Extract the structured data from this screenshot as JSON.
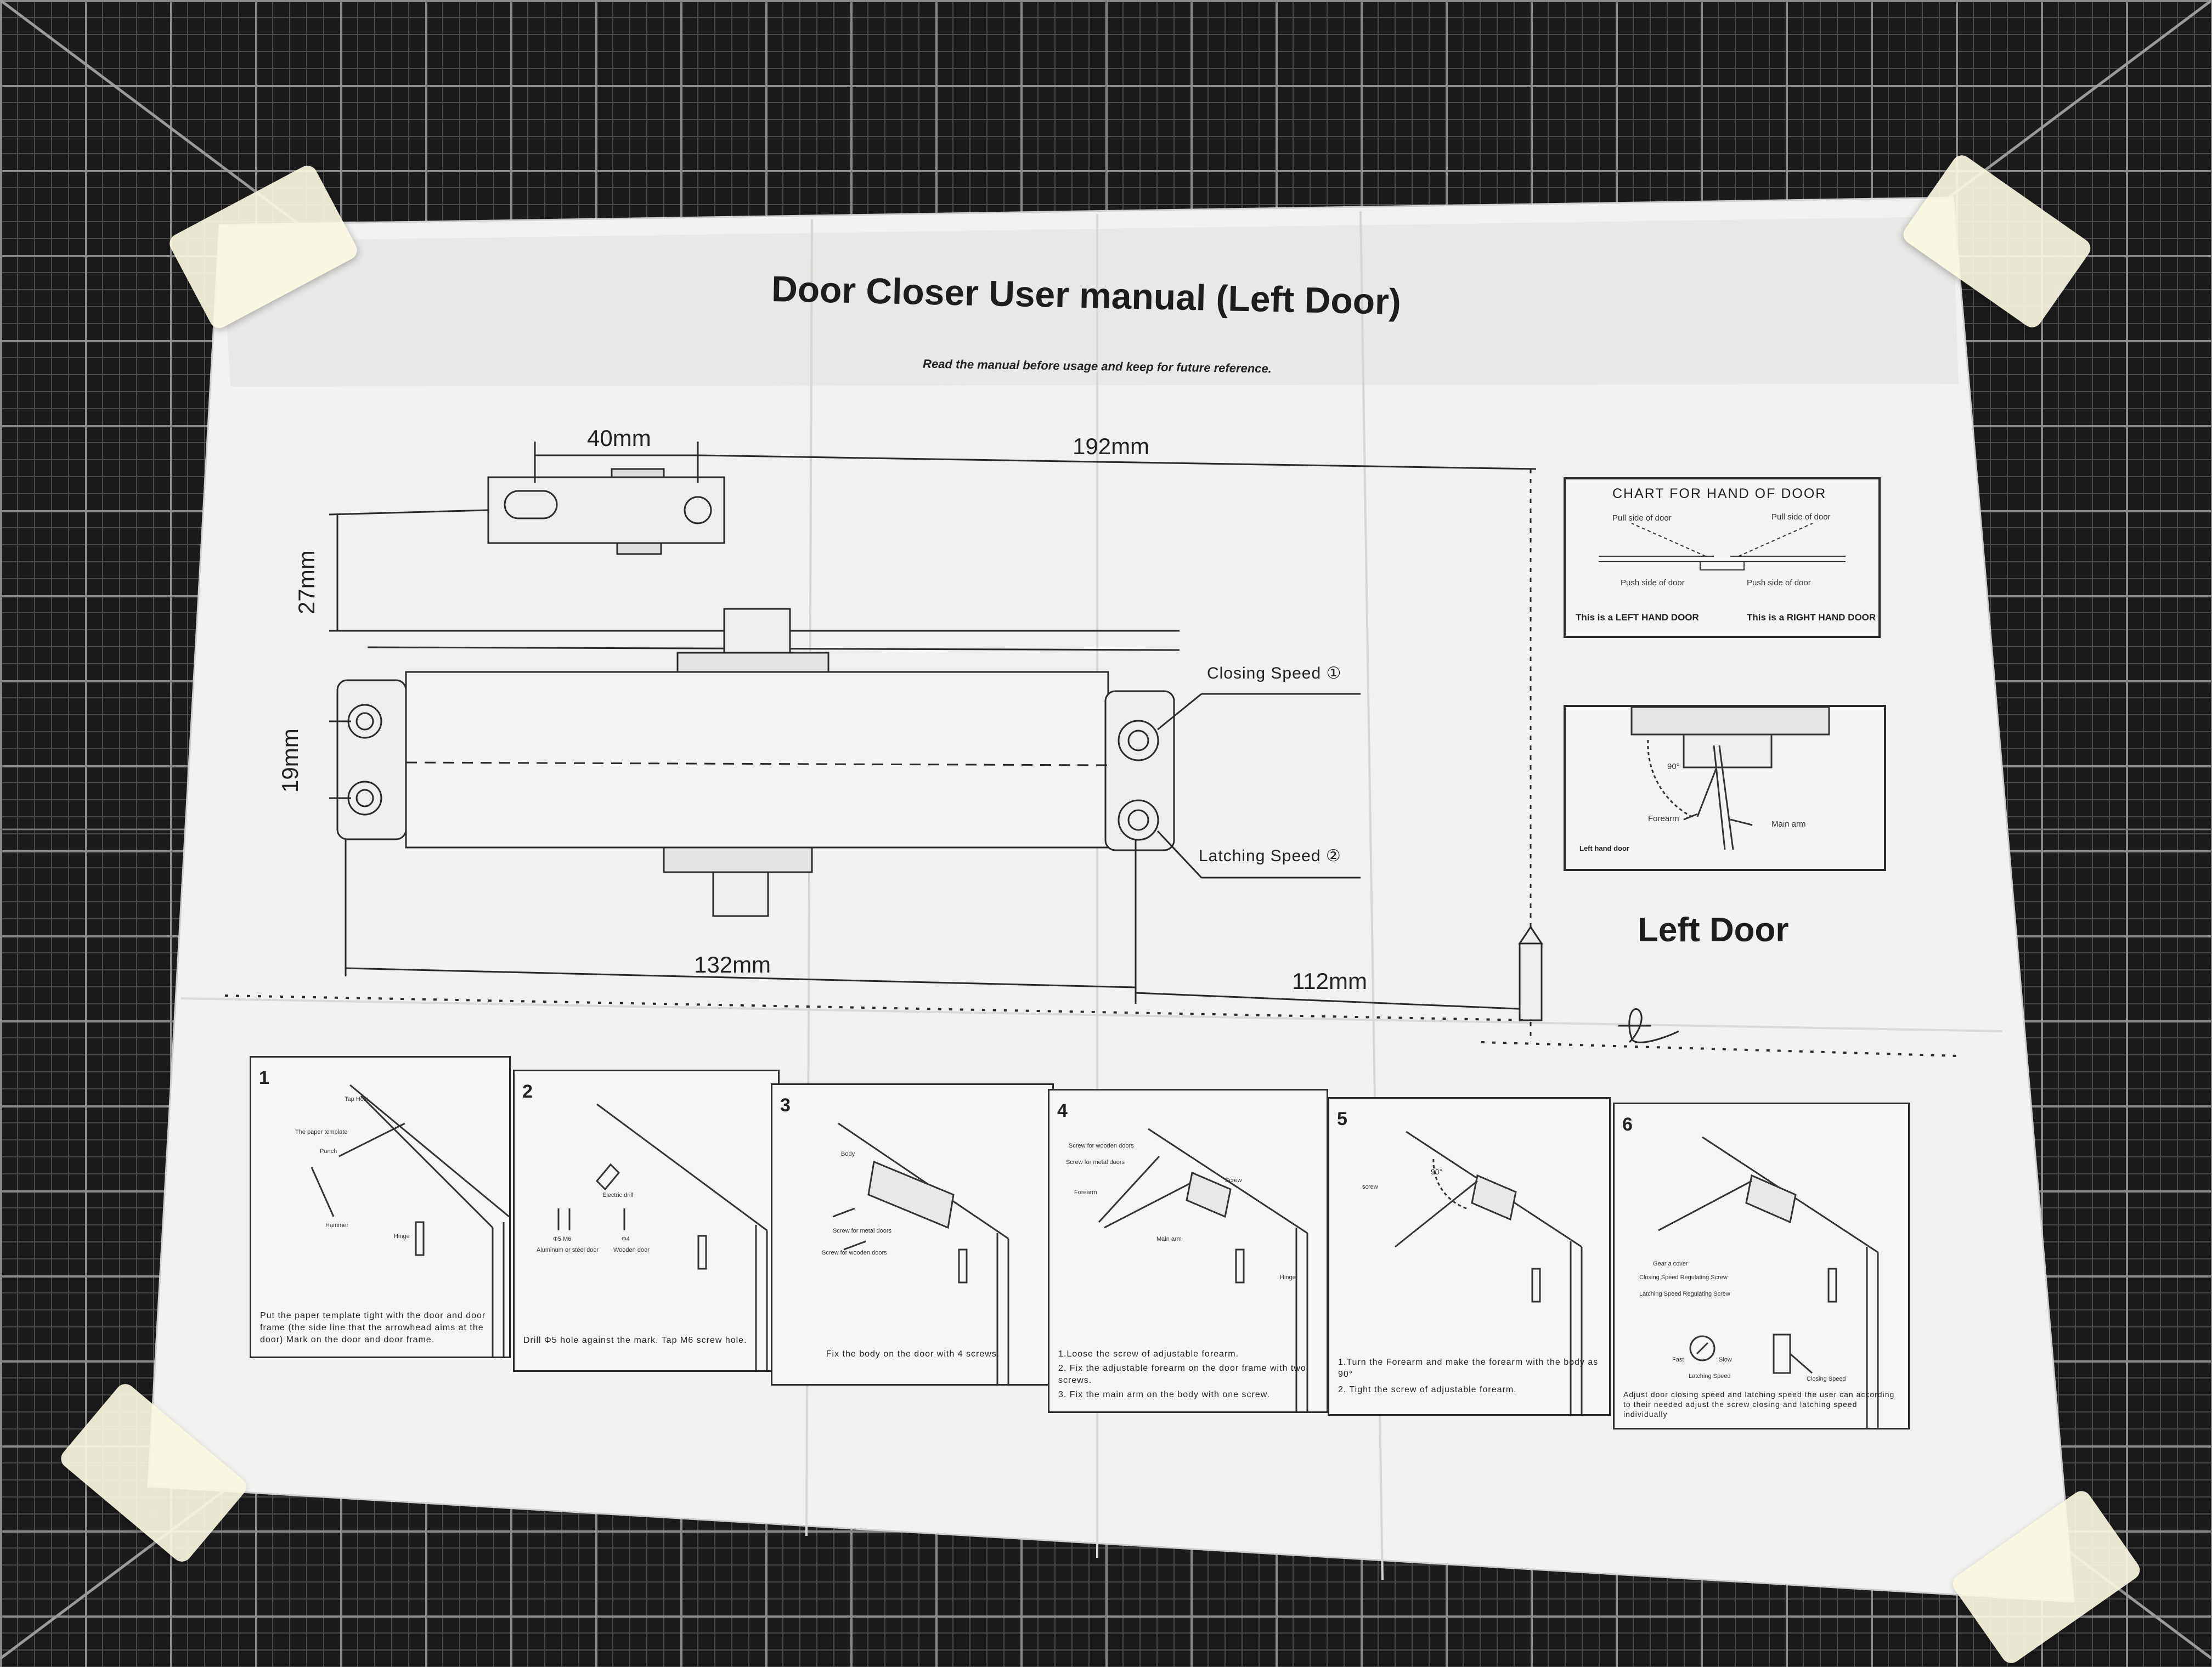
{
  "document": {
    "title": "Door Closer User manual (Left Door)",
    "subtitle": "Read  the manual before usage and keep for future reference.",
    "side_heading": "Left Door"
  },
  "dimensions": {
    "bracket_width": "40mm",
    "total_width": "192mm",
    "bracket_height": "27mm",
    "hole_spacing": "19mm",
    "body_length": "132mm",
    "offset": "112mm"
  },
  "callouts": {
    "closing_speed": "Closing Speed ①",
    "latching_speed": "Latching Speed ②"
  },
  "hand_chart": {
    "title": "CHART FOR HAND OF DOOR",
    "pull_left": "Pull side of door",
    "pull_right": "Pull side of door",
    "push_left": "Push side of door",
    "push_right": "Push side of door",
    "left_caption": "This is a LEFT HAND DOOR",
    "right_caption": "This is a RIGHT HAND DOOR"
  },
  "arm_diagram": {
    "angle": "90°",
    "forearm": "Forearm",
    "main_arm": "Main arm",
    "caption": "Left hand door"
  },
  "steps": [
    {
      "number": "1",
      "labels": [
        "Tap Hole",
        "The paper template",
        "Punch",
        "Hammer",
        "Hinge"
      ],
      "text": "Put the paper template tight with the door and door frame (the side line that the arrowhead aims at the door) Mark on the door and door frame."
    },
    {
      "number": "2",
      "labels": [
        "Electric drill",
        "Φ5  M6",
        "Aluminum or steel door",
        "Φ4",
        "Wooden door"
      ],
      "text": "Drill Φ5 hole against the mark. Tap M6 screw hole."
    },
    {
      "number": "3",
      "labels": [
        "Body",
        "Screw for metal doors",
        "Screw for wooden doors"
      ],
      "text": "Fix the body on the door with 4 screws."
    },
    {
      "number": "4",
      "labels": [
        "Screw for wooden doors",
        "Screw for metal doors",
        "Screw",
        "Forearm",
        "Main arm",
        "Hinge"
      ],
      "text_lines": [
        "1.Loose the screw of adjustable forearm.",
        "2. Fix the adjustable forearm on the door frame with two screws.",
        "3. Fix the main arm on the body with one screw."
      ]
    },
    {
      "number": "5",
      "labels": [
        "90°",
        "screw"
      ],
      "text_lines": [
        "1.Turn the Forearm and make the forearm with the body as 90°",
        "2. Tight the screw of adjustable forearm."
      ]
    },
    {
      "number": "6",
      "labels": [
        "Gear a cover",
        "Closing Speed Regulating Screw",
        "Latching Speed Regulating Screw",
        "Fast",
        "Slow",
        "Latching Speed",
        "Closing Speed"
      ],
      "text": "Adjust door closing speed and latching speed  the user can according to their needed adjust the screw closing and latching speed individually"
    }
  ],
  "colors": {
    "paper": "#f4f4f2",
    "ink": "#222222",
    "mat_background": "#1b1b1b",
    "mat_grid": "#8a8a8a",
    "tape": "#faf6e1"
  }
}
